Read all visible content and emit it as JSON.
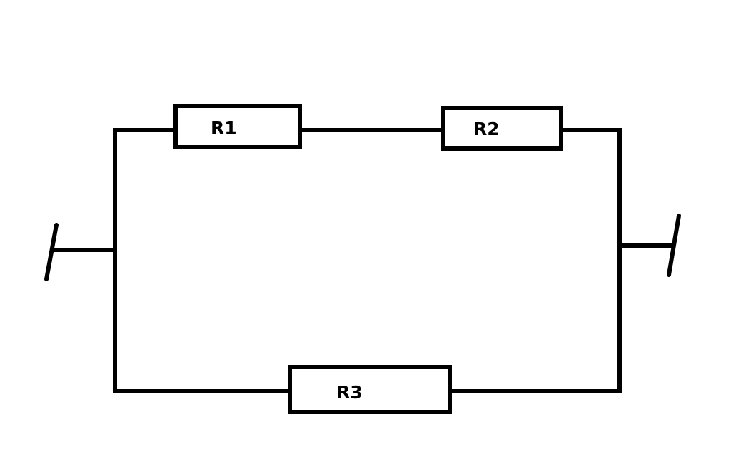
{
  "colors": {
    "background": "#ffffff",
    "line": "#000000"
  },
  "resistors": {
    "r1": {
      "label": "R1"
    },
    "r2": {
      "label": "R2"
    },
    "r3": {
      "label": "R3"
    }
  }
}
